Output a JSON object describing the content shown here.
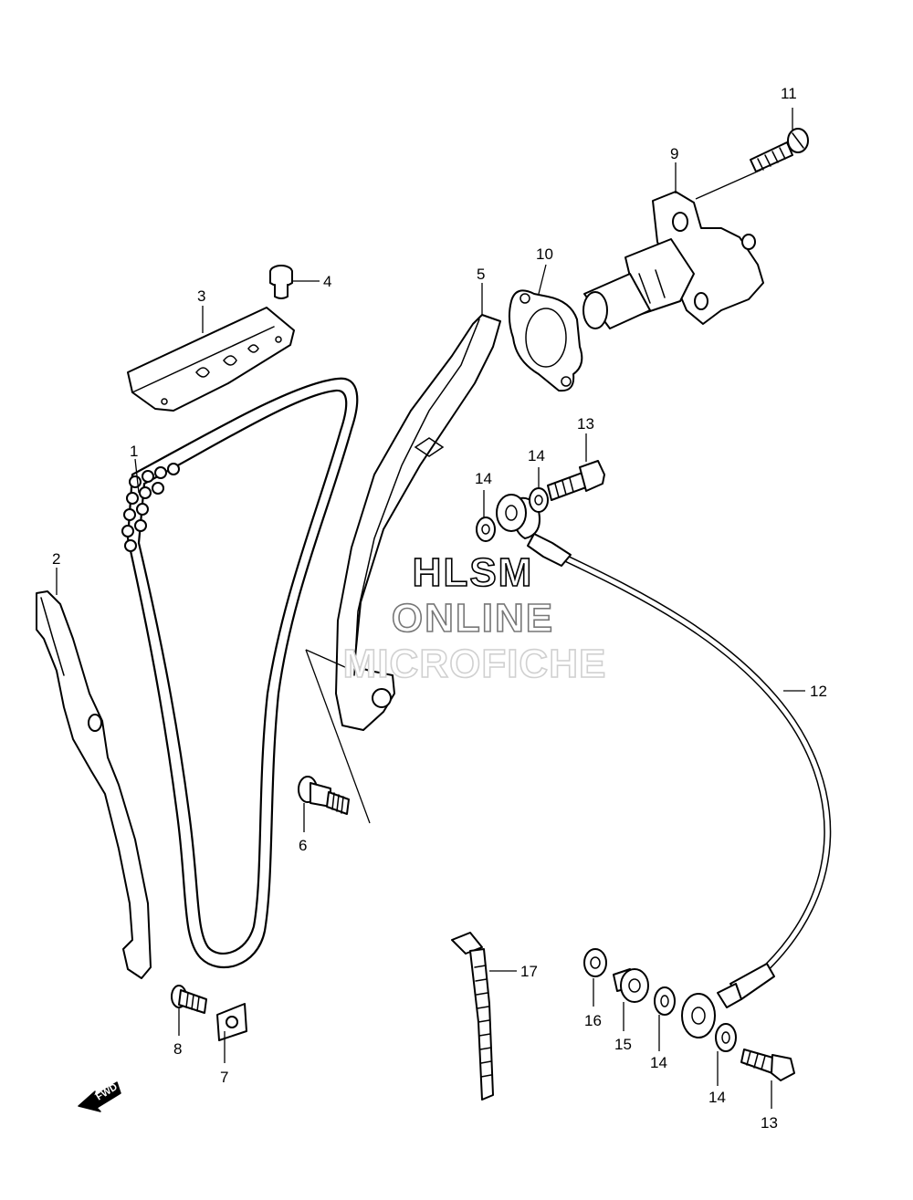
{
  "watermark": {
    "line1": "HLSM",
    "line2": "ONLINE",
    "line3": "MICROFICHE"
  },
  "fwd_label": "FWD",
  "callouts": [
    {
      "id": "c1",
      "label": "1"
    },
    {
      "id": "c2",
      "label": "2"
    },
    {
      "id": "c3",
      "label": "3"
    },
    {
      "id": "c4",
      "label": "4"
    },
    {
      "id": "c5",
      "label": "5"
    },
    {
      "id": "c6",
      "label": "6"
    },
    {
      "id": "c7",
      "label": "7"
    },
    {
      "id": "c8",
      "label": "8"
    },
    {
      "id": "c9",
      "label": "9"
    },
    {
      "id": "c10",
      "label": "10"
    },
    {
      "id": "c11",
      "label": "11"
    },
    {
      "id": "c12",
      "label": "12"
    },
    {
      "id": "c13a",
      "label": "13"
    },
    {
      "id": "c13b",
      "label": "13"
    },
    {
      "id": "c14a",
      "label": "14"
    },
    {
      "id": "c14b",
      "label": "14"
    },
    {
      "id": "c14c",
      "label": "14"
    },
    {
      "id": "c14d",
      "label": "14"
    },
    {
      "id": "c15",
      "label": "15"
    },
    {
      "id": "c16",
      "label": "16"
    },
    {
      "id": "c17",
      "label": "17"
    }
  ]
}
